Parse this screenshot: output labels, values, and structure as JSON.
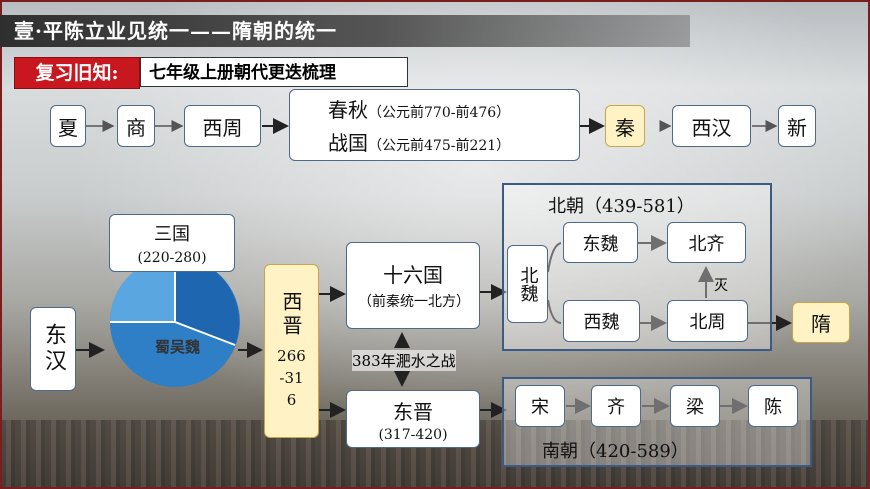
{
  "header": {
    "title": "壹·平陈立业见统一——隋朝的统一"
  },
  "review": {
    "tag": "复习旧知:",
    "subtitle": "七年级上册朝代更迭梳理"
  },
  "timeline": {
    "xia": "夏",
    "shang": "商",
    "xizhou": "西周",
    "chunqiu": "春秋",
    "chunqiu_date": "（公元前770-前476）",
    "zhanguo": "战国",
    "zhanguo_date": "（公元前475-前221）",
    "qin": "秦",
    "xihan": "西汉",
    "xin": "新"
  },
  "sanguo": {
    "name": "三国",
    "date": "(220-280)",
    "pie_label": "蜀吴魏"
  },
  "donghan": "东汉",
  "xijin": {
    "name": "西晋",
    "date": "266-316"
  },
  "shiliuguo": {
    "name": "十六国",
    "note": "（前秦统一北方）"
  },
  "battle": "383年淝水之战",
  "dongjin": {
    "name": "东晋",
    "date": "(317-420)"
  },
  "beichao": {
    "title": "北朝（439-581）",
    "beiwei": "北魏",
    "dongwei": "东魏",
    "beiqi": "北齐",
    "xiwei": "西魏",
    "beizhou": "北周",
    "mie": "灭"
  },
  "sui": "隋",
  "nanchao": {
    "title": "南朝（420-589）",
    "song": "宋",
    "qi": "齐",
    "liang": "梁",
    "chen": "陈"
  },
  "colors": {
    "accent_red": "#c8171e",
    "box_border": "#4e6a8a",
    "yellow_fill": "#fff2c4",
    "pie": "#2f7fc6"
  }
}
